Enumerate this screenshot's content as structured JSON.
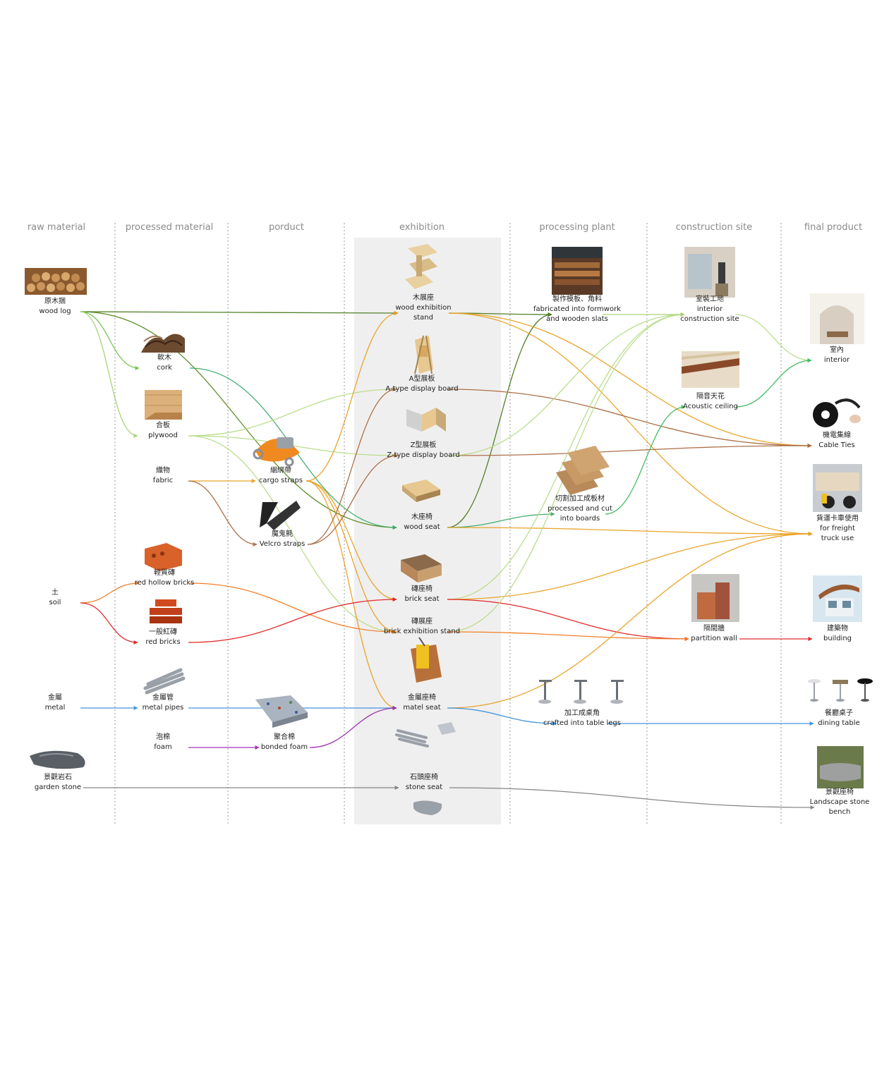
{
  "columns": [
    {
      "id": "raw",
      "label": "raw material"
    },
    {
      "id": "processed",
      "label": "processed material"
    },
    {
      "id": "product",
      "label": "porduct"
    },
    {
      "id": "exhibition",
      "label": "exhibition"
    },
    {
      "id": "plant",
      "label": "processing plant"
    },
    {
      "id": "site",
      "label": "construction site"
    },
    {
      "id": "final",
      "label": "final product"
    }
  ],
  "nodes": {
    "wood_log": {
      "lines": [
        "原木捆",
        "wood log"
      ],
      "icon": "wood-log-photo"
    },
    "soil": {
      "lines": [
        "土",
        "soil"
      ]
    },
    "metal": {
      "lines": [
        "金屬",
        "metal"
      ]
    },
    "garden_stone": {
      "lines": [
        "景觀岩石",
        "garden stone"
      ],
      "icon": "garden-stone-photo"
    },
    "cork": {
      "lines": [
        "軟木",
        "cork"
      ],
      "icon": "cork-photo"
    },
    "plywood": {
      "lines": [
        "合板",
        "plywood"
      ],
      "icon": "plywood-photo"
    },
    "fabric": {
      "lines": [
        "織物",
        "fabric"
      ]
    },
    "red_hollow_bricks": {
      "lines": [
        "輕質磚",
        "red hollow bricks"
      ],
      "icon": "hollow-brick-icon"
    },
    "red_bricks": {
      "lines": [
        "一般紅磚",
        "red bricks"
      ],
      "icon": "red-brick-icon"
    },
    "metal_pipes": {
      "lines": [
        "金屬管",
        "metal pipes"
      ],
      "icon": "metal-pipes-icon"
    },
    "foam": {
      "lines": [
        "泡棉",
        "foam"
      ]
    },
    "cargo_straps": {
      "lines": [
        "綑綁帶",
        "cargo straps"
      ],
      "icon": "cargo-strap-icon"
    },
    "velcro_straps": {
      "lines": [
        "魔鬼氈",
        "Velcro straps"
      ],
      "icon": "velcro-strap-icon"
    },
    "bonded_foam": {
      "lines": [
        "聚合棉",
        "bonded foam"
      ],
      "icon": "bonded-foam-icon"
    },
    "wood_exhibition_stand": {
      "lines": [
        "木展座",
        "wood exhibition",
        "stand"
      ],
      "icon": "wood-stand-icon"
    },
    "a_type_board": {
      "lines": [
        "A型展板",
        "A-type display board"
      ],
      "icon": "a-type-board-icon"
    },
    "z_type_board": {
      "lines": [
        "Z型展板",
        "Z-type display board"
      ],
      "icon": "z-type-board-icon"
    },
    "wood_seat": {
      "lines": [
        "木座椅",
        "wood seat"
      ],
      "icon": "wood-seat-icon"
    },
    "brick_seat": {
      "lines": [
        "磚座椅",
        "brick seat"
      ],
      "icon": "brick-seat-icon"
    },
    "brick_exhibition_stand": {
      "lines": [
        "磚展座",
        "brick exhibition stand"
      ],
      "icon": "brick-stand-icon"
    },
    "metal_seat": {
      "lines": [
        "金屬座椅",
        "matel seat"
      ],
      "icon": "metal-seat-icon"
    },
    "stone_seat": {
      "lines": [
        "石頭座椅",
        "stone seat"
      ],
      "icon": "stone-seat-icon"
    },
    "formwork": {
      "lines": [
        "製作模板、角料",
        "fabricated into formwork",
        "and wooden slats"
      ],
      "icon": "lumber-yard-photo"
    },
    "boards": {
      "lines": [
        "切割加工成板材",
        "processed and cut",
        "into boards"
      ],
      "icon": "cork-boards-icon"
    },
    "table_legs": {
      "lines": [
        "加工成桌角",
        "crafted into table legs"
      ],
      "icon": "table-leg-icon"
    },
    "interior_site": {
      "lines": [
        "室裝工地",
        "interior",
        "construction site"
      ],
      "icon": "interior-site-photo"
    },
    "acoustic_ceiling": {
      "lines": [
        "隔音天花",
        "Acoustic ceiling"
      ],
      "icon": "ceiling-photo"
    },
    "partition_wall": {
      "lines": [
        "隔間牆",
        "partition wall"
      ],
      "icon": "partition-wall-photo"
    },
    "interior": {
      "lines": [
        "室內",
        "interior"
      ],
      "icon": "interior-photo"
    },
    "cable_ties": {
      "lines": [
        "機電集線",
        "Cable Ties"
      ],
      "icon": "cable-ties-photo"
    },
    "freight": {
      "lines": [
        "貨運卡車使用",
        "for freight",
        "truck use"
      ],
      "icon": "truck-photo"
    },
    "building": {
      "lines": [
        "建築物",
        "building"
      ],
      "icon": "building-photo"
    },
    "dining_table": {
      "lines": [
        "餐廳桌子",
        "dining table"
      ],
      "icon": "dining-table-icon"
    },
    "stone_bench": {
      "lines": [
        "景觀座椅",
        "Landscape stone",
        "bench"
      ],
      "icon": "stone-bench-photo"
    }
  },
  "flows": [
    {
      "from": "wood_log",
      "to": "wood_exhibition_stand",
      "color": "#4a7a1e"
    },
    {
      "from": "wood_log",
      "to": "wood_seat",
      "color": "#5a8a22"
    },
    {
      "from": "wood_log",
      "to": "cork",
      "color": "#6cc04a"
    },
    {
      "from": "wood_log",
      "to": "plywood",
      "color": "#a8d070"
    },
    {
      "from": "cork",
      "to": "wood_seat",
      "color": "#3aaa6a"
    },
    {
      "from": "plywood",
      "to": "a_type_board",
      "color": "#b8dc88"
    },
    {
      "from": "plywood",
      "to": "z_type_board",
      "color": "#b8dc88"
    },
    {
      "from": "plywood",
      "to": "brick_exhibition_stand",
      "color": "#b8dc88"
    },
    {
      "from": "fabric",
      "to": "cargo_straps",
      "color": "#e8a020"
    },
    {
      "from": "fabric",
      "to": "velcro_straps",
      "color": "#a86a40"
    },
    {
      "from": "cargo_straps",
      "to": "wood_exhibition_stand",
      "color": "#e8a020"
    },
    {
      "from": "cargo_straps",
      "to": "brick_seat",
      "color": "#e8a020"
    },
    {
      "from": "cargo_straps",
      "to": "brick_exhibition_stand",
      "color": "#e8a020"
    },
    {
      "from": "cargo_straps",
      "to": "metal_seat",
      "color": "#e8a020"
    },
    {
      "from": "velcro_straps",
      "to": "a_type_board",
      "color": "#a86a40"
    },
    {
      "from": "velcro_straps",
      "to": "z_type_board",
      "color": "#a86a40"
    },
    {
      "from": "soil",
      "to": "red_hollow_bricks",
      "color": "#f07a20"
    },
    {
      "from": "soil",
      "to": "red_bricks",
      "color": "#e02020"
    },
    {
      "from": "red_hollow_bricks",
      "to": "brick_exhibition_stand",
      "color": "#f07a20"
    },
    {
      "from": "red_bricks",
      "to": "brick_seat",
      "color": "#e02020"
    },
    {
      "from": "metal",
      "to": "metal_pipes",
      "color": "#3a90e0"
    },
    {
      "from": "metal_pipes",
      "to": "metal_seat",
      "color": "#3a90e0"
    },
    {
      "from": "foam",
      "to": "bonded_foam",
      "color": "#9a2ab0"
    },
    {
      "from": "bonded_foam",
      "to": "metal_seat",
      "color": "#9a2ab0"
    },
    {
      "from": "garden_stone",
      "to": "stone_seat",
      "color": "#808080"
    },
    {
      "from": "wood_exhibition_stand",
      "to": "formwork",
      "color": "#4a7a1e"
    },
    {
      "from": "wood_seat",
      "to": "formwork",
      "color": "#4a7a1e"
    },
    {
      "from": "wood_exhibition_stand",
      "to": "freight",
      "color": "#e8a020"
    },
    {
      "from": "wood_exhibition_stand",
      "to": "cable_ties",
      "color": "#e8a020"
    },
    {
      "from": "a_type_board",
      "to": "cable_ties",
      "color": "#a86a40"
    },
    {
      "from": "z_type_board",
      "to": "cable_ties",
      "color": "#a86a40"
    },
    {
      "from": "z_type_board",
      "to": "interior_site",
      "color": "#b8dc88"
    },
    {
      "from": "wood_seat",
      "to": "boards",
      "color": "#3aaa6a"
    },
    {
      "from": "wood_seat",
      "to": "freight",
      "color": "#e8a020"
    },
    {
      "from": "brick_seat",
      "to": "interior_site",
      "color": "#b8dc88"
    },
    {
      "from": "brick_seat",
      "to": "freight",
      "color": "#e8a020"
    },
    {
      "from": "brick_seat",
      "to": "partition_wall",
      "color": "#e02020"
    },
    {
      "from": "brick_exhibition_stand",
      "to": "interior_site",
      "color": "#b8dc88"
    },
    {
      "from": "brick_exhibition_stand",
      "to": "partition_wall",
      "color": "#f07a20"
    },
    {
      "from": "metal_seat",
      "to": "freight",
      "color": "#e8a020"
    },
    {
      "from": "metal_seat",
      "to": "table_legs",
      "color": "#3a90e0"
    },
    {
      "from": "stone_seat",
      "to": "stone_bench",
      "color": "#808080"
    },
    {
      "from": "formwork",
      "to": "interior_site",
      "color": "#a8d070"
    },
    {
      "from": "boards",
      "to": "acoustic_ceiling",
      "color": "#3aba5a"
    },
    {
      "from": "interior_site",
      "to": "interior",
      "color": "#b8dc88"
    },
    {
      "from": "acoustic_ceiling",
      "to": "interior",
      "color": "#3aba5a"
    },
    {
      "from": "partition_wall",
      "to": "building",
      "color": "#e02020"
    },
    {
      "from": "table_legs",
      "to": "dining_table",
      "color": "#3a90e0"
    }
  ]
}
